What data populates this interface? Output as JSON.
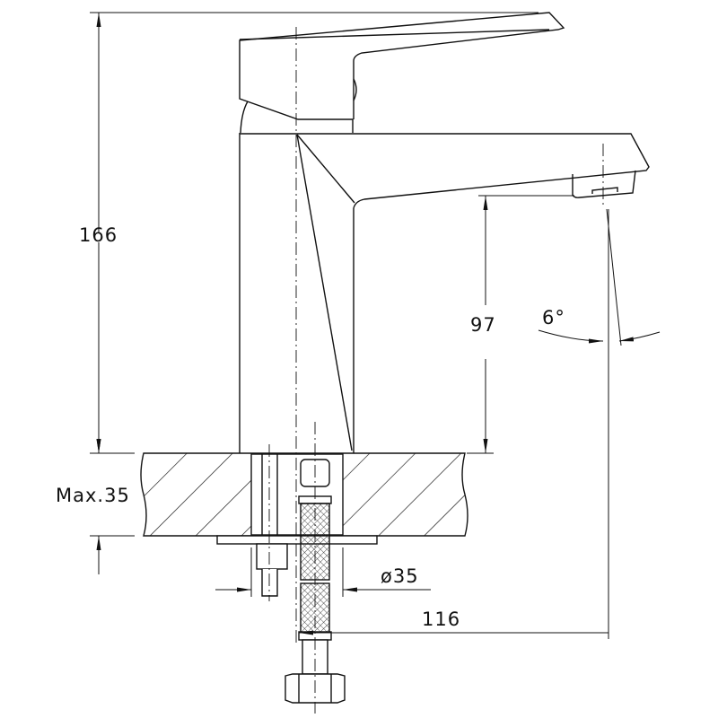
{
  "drawing": {
    "title": "Basin mixer faucet technical drawing",
    "dimensions": {
      "total_height": "166",
      "spout_height": "97",
      "spout_angle": "6°",
      "max_counter_thickness": "Max.35",
      "hole_diameter": "ø35",
      "spout_reach": "116"
    },
    "line_color": "#111111",
    "background": "#ffffff"
  }
}
